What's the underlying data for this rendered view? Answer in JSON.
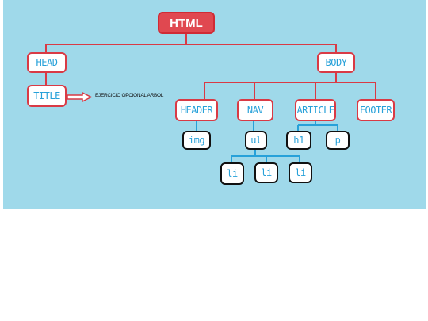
{
  "diagram": {
    "root": "HTML",
    "head": "HEAD",
    "title": "TITLE",
    "body": "BODY",
    "header": "HEADER",
    "nav": "NAV",
    "article": "ARTICLE",
    "footer": "FOOTER",
    "img": "img",
    "ul": "ul",
    "h1": "h1",
    "p": "p",
    "li_items": [
      "li",
      "li",
      "li"
    ],
    "note": "EJERCICIO OPCIONAL ARBOL"
  },
  "colors": {
    "background": "#9fd9ea",
    "red_connector": "#d93a45",
    "blue_connector": "#27a1d9",
    "root_fill": "#e04850"
  }
}
